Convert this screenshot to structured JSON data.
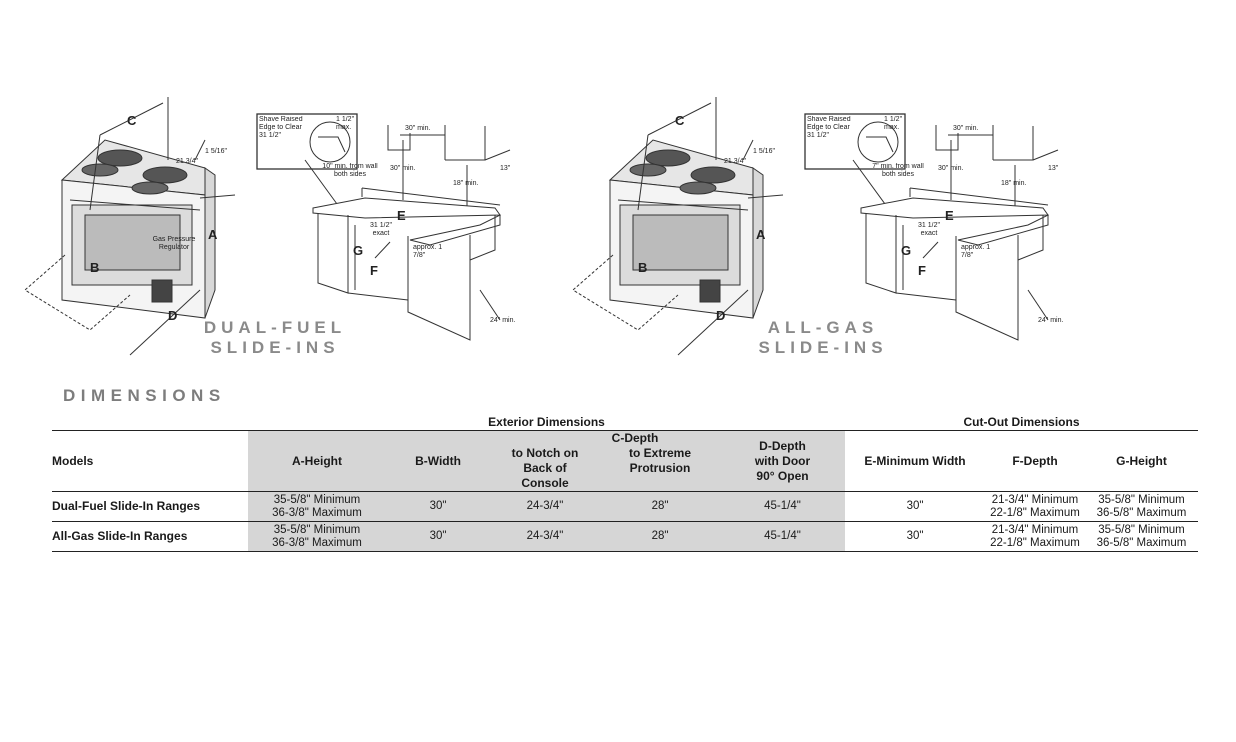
{
  "diagrams": [
    {
      "series_line1": "DUAL-FUEL",
      "series_line2": "SLIDE-INS",
      "range": {
        "a": "A",
        "b": "B",
        "c": "C",
        "d": "D",
        "c_dim": "21 3/4\"",
        "top_dim": "1 5/16\"",
        "regulator": "Gas Pressure Regulator"
      },
      "cutout": {
        "inset": "Shave Raised Edge to Clear 31 1/2\"",
        "max": "1 1/2\" max.",
        "hood_width": "30\" min.",
        "clearance": "30\" min.",
        "side": "18\" min.",
        "depth13": "13\"",
        "wall": "10\" min. from wall both sides",
        "exact": "31 1/2\" exact",
        "approx": "approx. 1 7/8\"",
        "min24": "24\" min.",
        "e": "E",
        "f": "F",
        "g": "G"
      }
    },
    {
      "series_line1": "ALL-GAS",
      "series_line2": "SLIDE-INS",
      "range": {
        "a": "A",
        "b": "B",
        "c": "C",
        "d": "D",
        "c_dim": "21 3/4\"",
        "top_dim": "1 5/16\""
      },
      "cutout": {
        "inset": "Shave Raised Edge to Clear 31 1/2\"",
        "max": "1 1/2\" max.",
        "hood_width": "30\" min.",
        "clearance": "30\" min.",
        "side": "18\" min.",
        "depth13": "13\"",
        "wall": "7\" min. from wall both sides",
        "exact": "31 1/2\" exact",
        "approx": "approx. 1 7/8\"",
        "min24": "24\" min.",
        "e": "E",
        "f": "F",
        "g": "G"
      }
    }
  ],
  "section_title": "DIMENSIONS",
  "table": {
    "group_exterior": "Exterior Dimensions",
    "group_cutout": "Cut-Out Dimensions",
    "headers": {
      "models": "Models",
      "a": "A-Height",
      "b": "B-Width",
      "c_group": "C-Depth",
      "c1": "to Notch on Back of Console",
      "c2": "to Extreme Protrusion",
      "d": "D-Depth with Door 90° Open",
      "e": "E-Minimum Width",
      "f": "F-Depth",
      "g": "G-Height"
    },
    "rows": [
      {
        "model": "Dual-Fuel Slide-In Ranges",
        "a1": "35-5/8\" Minimum",
        "a2": "36-3/8\" Maximum",
        "b": "30\"",
        "c1": "24-3/4\"",
        "c2": "28\"",
        "d": "45-1/4\"",
        "e": "30\"",
        "f1": "21-3/4\" Minimum",
        "f2": "22-1/8\" Maximum",
        "g1": "35-5/8\" Minimum",
        "g2": "36-5/8\" Maximum"
      },
      {
        "model": "All-Gas Slide-In Ranges",
        "a1": "35-5/8\" Minimum",
        "a2": "36-3/8\" Maximum",
        "b": "30\"",
        "c1": "24-3/4\"",
        "c2": "28\"",
        "d": "45-1/4\"",
        "e": "30\"",
        "f1": "21-3/4\" Minimum",
        "f2": "22-1/8\" Maximum",
        "g1": "35-5/8\" Minimum",
        "g2": "36-5/8\" Maximum"
      }
    ]
  }
}
